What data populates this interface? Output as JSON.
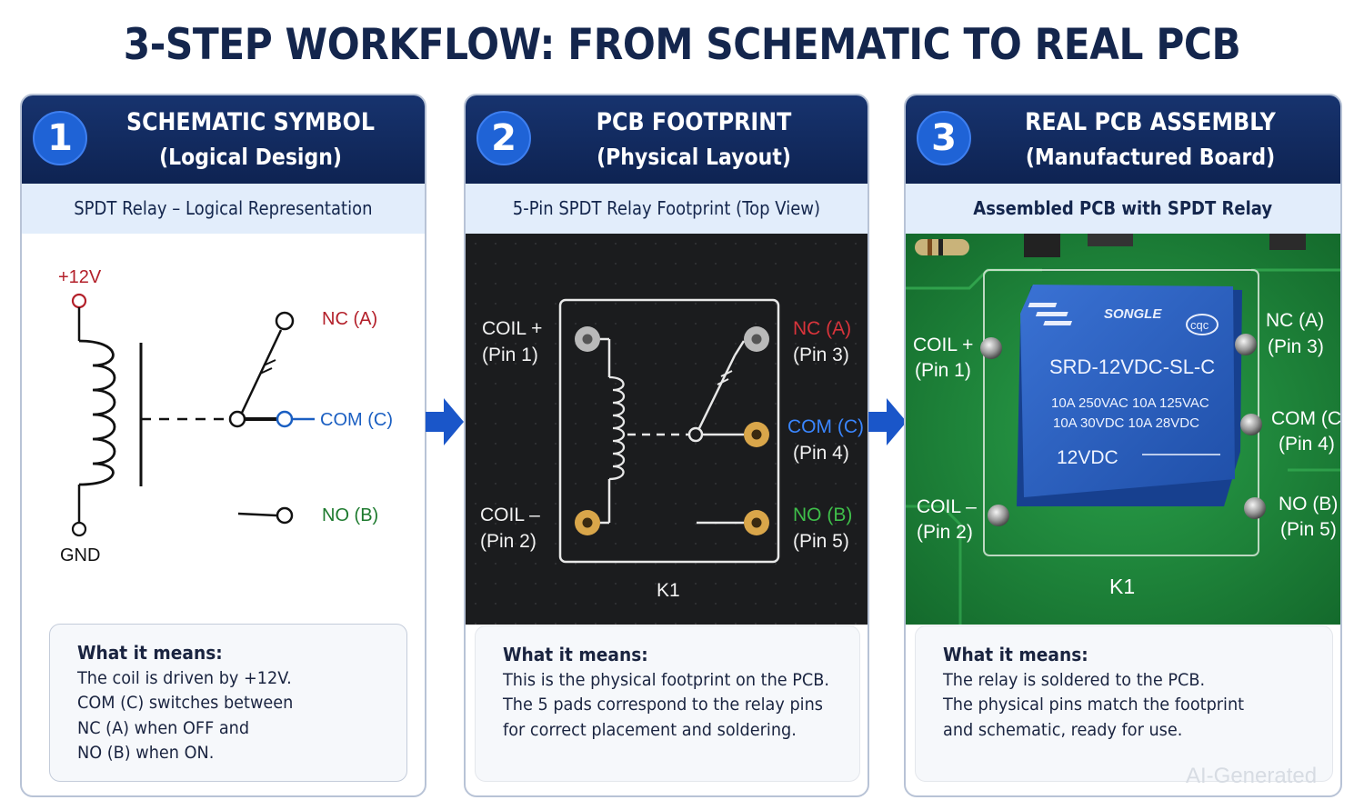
{
  "title": "3-STEP WORKFLOW: FROM SCHEMATIC TO REAL PCB",
  "watermark": "AI-Generated",
  "colors": {
    "header_navy": "#0e2352",
    "step_blue": "#1f63d6",
    "subheader_bg": "#e2edfb",
    "nc_red": "#b3202a",
    "com_blue": "#1b5fc2",
    "no_green": "#1d7a2e",
    "pcb_dark": "#1b1c1e",
    "pcb_green": "#1f8a3c",
    "relay_blue": "#2456b5",
    "arrow_blue": "#1a56c9"
  },
  "steps": [
    {
      "number": "1",
      "title": "SCHEMATIC SYMBOL",
      "subtitle": "(Logical Design)",
      "caption": "SPDT Relay – Logical Representation",
      "labels": {
        "vcc": "+12V",
        "gnd": "GND",
        "nc": "NC (A)",
        "com": "COM (C)",
        "no": "NO (B)"
      },
      "explain": {
        "heading": "What it means:",
        "lines": [
          "The coil is driven by +12V.",
          "COM (C) switches between",
          "NC (A) when OFF and",
          "NO (B) when ON."
        ]
      }
    },
    {
      "number": "2",
      "title": "PCB FOOTPRINT",
      "subtitle": "(Physical Layout)",
      "caption": "5-Pin SPDT Relay Footprint (Top View)",
      "labels": {
        "coil_plus": "COIL +",
        "pin1": "(Pin 1)",
        "coil_minus": "COIL –",
        "pin2": "(Pin 2)",
        "nc": "NC (A)",
        "pin3": "(Pin 3)",
        "com": "COM (C)",
        "pin4": "(Pin 4)",
        "no": "NO (B)",
        "pin5": "(Pin 5)",
        "ref": "K1"
      },
      "explain": {
        "heading": "What it means:",
        "lines": [
          "This is the physical footprint on the PCB.",
          "The 5 pads correspond to the relay pins",
          "for correct placement and soldering."
        ]
      }
    },
    {
      "number": "3",
      "title": "REAL PCB ASSEMBLY",
      "subtitle": "(Manufactured Board)",
      "caption": "Assembled PCB with SPDT Relay",
      "labels": {
        "coil_plus": "COIL +",
        "pin1": "(Pin 1)",
        "coil_minus": "COIL –",
        "pin2": "(Pin 2)",
        "nc": "NC (A)",
        "pin3": "(Pin 3)",
        "com": "COM (C)",
        "pin4": "(Pin 4)",
        "no": "NO (B)",
        "pin5": "(Pin 5)",
        "ref": "K1"
      },
      "relay": {
        "brand": "SONGLE",
        "cert": "cqc",
        "model": "SRD-12VDC-SL-C",
        "rating1": "10A 250VAC  10A 125VAC",
        "rating2": "10A  30VDC  10A  28VDC",
        "voltage": "12VDC"
      },
      "explain": {
        "heading": "What it means:",
        "lines": [
          "The relay is soldered to the PCB.",
          "The physical pins match the footprint",
          "and schematic, ready for use."
        ]
      }
    }
  ]
}
